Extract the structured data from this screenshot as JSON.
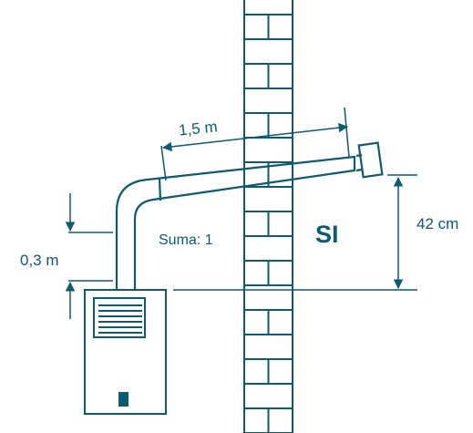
{
  "labels": {
    "pipe_length": "1,5 m",
    "vertical_run": "0,3 m",
    "sum": "Suma: 1",
    "verdict": "SI",
    "height": "42 cm"
  },
  "colors": {
    "line": "#0e5a70",
    "background": "#ffffff"
  }
}
